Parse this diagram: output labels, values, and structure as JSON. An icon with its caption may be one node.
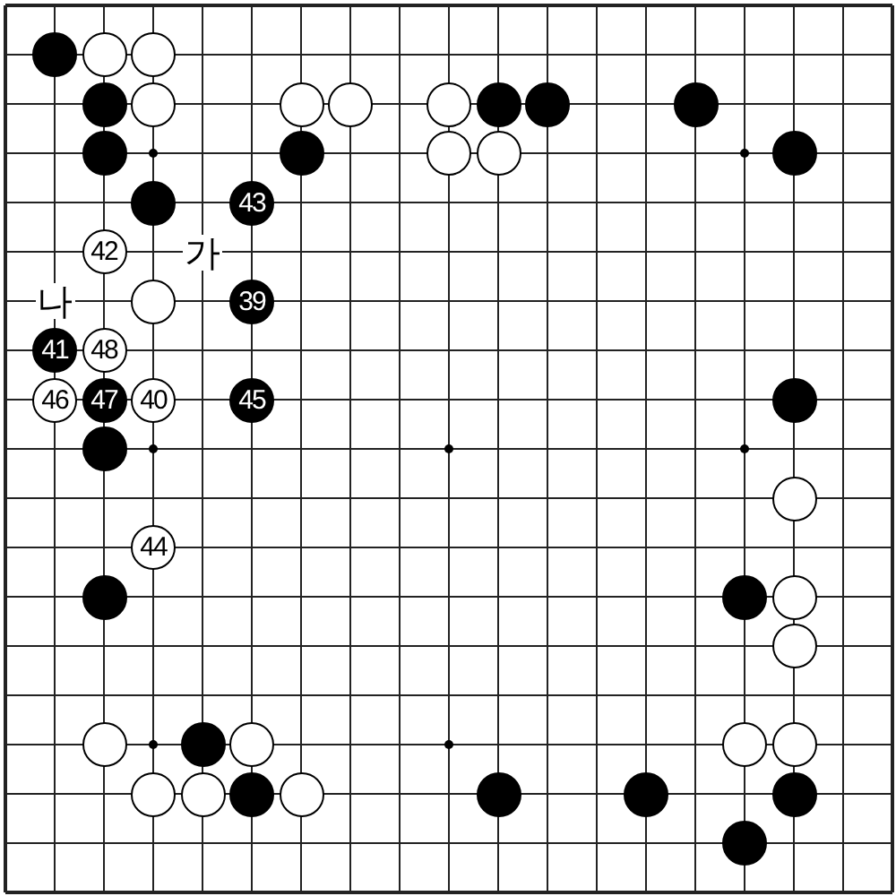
{
  "diagram": {
    "nodes": [
      {
        "text": [],
        "shape": "circle"
      },
      {
        "text": [],
        "shape": "circle"
      },
      {
        "text": [],
        "shape": "circle"
      },
      {
        "text": [],
        "shape": "circle"
      },
      {
        "text": [],
        "shape": "circle"
      },
      {
        "text": [],
        "shape": "circle"
      },
      {
        "text": [],
        "shape": "circle"
      },
      {
        "text": [],
        "shape": "circle"
      },
      {
        "text": [],
        "shape": "circle"
      },
      {
        "text": [],
        "shape": "circle"
      },
      {
        "text": [],
        "shape": "circle"
      },
      {
        "text": [],
        "shape": "circle"
      },
      {
        "text": [],
        "shape": "circle"
      },
      {
        "text": [],
        "shape": "circle"
      },
      {
        "text": [],
        "shape": "circle"
      },
      {
        "text": [],
        "shape": "circle"
      },
      {
        "text": [],
        "shape": "circle"
      },
      {
        "text": [
          "43"
        ]
      },
      {
        "text": [
          "42"
        ]
      },
      {
        "text": [],
        "shape": "circle"
      },
      {
        "text": [
          "39"
        ]
      },
      {
        "text": [
          "41"
        ]
      },
      {
        "text": [
          "48"
        ]
      },
      {
        "text": [
          "46"
        ]
      },
      {
        "text": [
          "47"
        ]
      },
      {
        "text": [
          "40"
        ]
      },
      {
        "text": [
          "45"
        ]
      },
      {
        "text": [],
        "shape": "circle"
      },
      {
        "text": [],
        "shape": "circle"
      },
      {
        "text": [],
        "shape": "circle"
      },
      {
        "text": [
          "44"
        ]
      },
      {
        "text": [],
        "shape": "circle"
      },
      {
        "text": [],
        "shape": "circle"
      },
      {
        "text": [],
        "shape": "circle"
      },
      {
        "text": [],
        "shape": "circle"
      },
      {
        "text": [],
        "shape": "circle"
      },
      {
        "text": [],
        "shape": "circle"
      },
      {
        "text": [],
        "shape": "circle"
      },
      {
        "text": [],
        "shape": "circle"
      },
      {
        "text": [],
        "shape": "circle"
      },
      {
        "text": [],
        "shape": "circle"
      },
      {
        "text": [],
        "shape": "circle"
      },
      {
        "text": [],
        "shape": "circle"
      },
      {
        "text": [],
        "shape": "circle"
      },
      {
        "text": [],
        "shape": "circle"
      },
      {
        "text": [],
        "shape": "circle"
      },
      {
        "text": [],
        "shape": "circle"
      },
      {
        "text": [],
        "shape": "circle"
      }
    ],
    "labels": [
      "가",
      "나"
    ]
  }
}
